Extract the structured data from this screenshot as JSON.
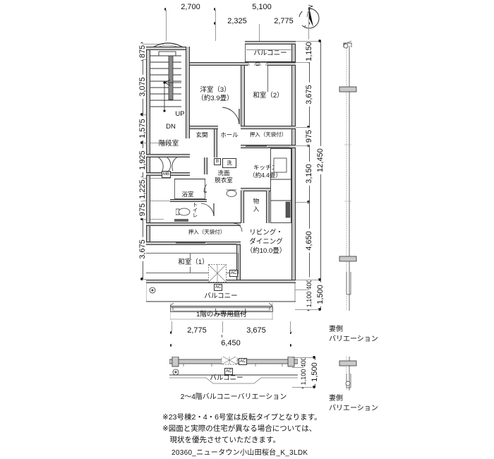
{
  "meta": {
    "drawing_id": "20360_ニュータウン小山田桜台_K_3LDK",
    "compass_label": "N"
  },
  "dimensions": {
    "top_outer": [
      {
        "label": "2,700"
      },
      {
        "label": "5,100"
      }
    ],
    "top_inner": [
      {
        "label": "2,325"
      },
      {
        "label": "2,775"
      }
    ],
    "left": [
      {
        "label": "875"
      },
      {
        "label": "3,075"
      },
      {
        "label": "1,575"
      },
      {
        "label": "1,925"
      },
      {
        "label": "1,225"
      },
      {
        "label": "975"
      },
      {
        "label": "3,675"
      }
    ],
    "right_inner": [
      {
        "label": "1,150"
      },
      {
        "label": "3,675"
      },
      {
        "label": "975"
      },
      {
        "label": "3,150"
      },
      {
        "label": "4,650"
      },
      {
        "label": "400"
      },
      {
        "label": "1,100"
      }
    ],
    "right_outer": [
      {
        "label": "12,450"
      },
      {
        "label": "1,500"
      }
    ],
    "bottom_inner": [
      {
        "label": "2,775"
      },
      {
        "label": "3,675"
      }
    ],
    "bottom_total": {
      "label": "6,450"
    },
    "variation_right": [
      {
        "label": "400"
      },
      {
        "label": "1,100"
      },
      {
        "label": "1,500"
      }
    ]
  },
  "rooms": {
    "balcony_north": "バルコニー",
    "western_room_3_name": "洋室（3）",
    "western_room_3_size": "（約3.9畳）",
    "japanese_room_2": "和室（2）",
    "stair_hall": "階段室",
    "entrance": "玄関",
    "hall": "ホール",
    "closet_north": "押入（天袋付）",
    "bath": "浴室",
    "washroom_line1": "洗面",
    "washroom_line2": "脱衣室",
    "toilet": "トイレ",
    "kitchen_name": "キッチン",
    "kitchen_size": "（約4.4畳）",
    "storage_line1": "物",
    "storage_line2": "入",
    "closet_south": "押入（天袋付）",
    "japanese_room_1": "和室（1）",
    "living_line1": "リビング・",
    "living_line2": "ダイニング",
    "living_size": "（約10.0畳）",
    "balcony_south": "バルコニー",
    "private_garden": "1階のみ専用庭付"
  },
  "markers": {
    "up": "UP",
    "dn": "DN",
    "mb": "MB",
    "washer": "洗",
    "electric": "B",
    "ac": "AC"
  },
  "variations": {
    "balcony_caption_line1": "2～4階バルコニーバリエーション",
    "gable_top_line1": "妻側",
    "gable_top_line2": "バリエーション",
    "gable_bottom_line1": "妻側",
    "gable_bottom_line2": "バリエーション"
  },
  "notes": [
    "※23号棟2・4・6号室は反転タイプとなります。",
    "※図面と実際の住宅が異なる場合については、",
    "　現状を優先させていただきます。"
  ],
  "colors": {
    "wall_fill": "#c9c9c9",
    "line": "#333333",
    "dim_line": "#555555",
    "text": "#111111"
  }
}
